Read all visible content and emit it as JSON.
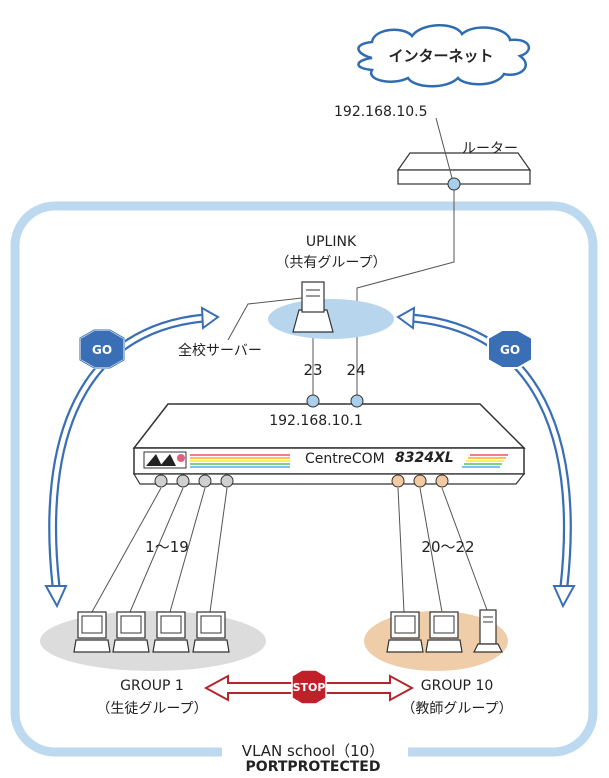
{
  "cloud": {
    "label": "インターネット"
  },
  "router": {
    "label": "ルーター",
    "ip": "192.168.10.5"
  },
  "uplink": {
    "title": "UPLINK",
    "subtitle": "（共有グループ）"
  },
  "server": {
    "label": "全校サーバー"
  },
  "switch": {
    "ip": "192.168.10.1",
    "brand": "CentreCOM",
    "model": "8324XL",
    "port_uplink_a": "23",
    "port_uplink_b": "24",
    "ports_group1": "1～19",
    "ports_group10": "20～22"
  },
  "go_left": "GO",
  "go_right": "GO",
  "stop": "STOP",
  "group1": {
    "name": "GROUP 1",
    "desc": "（生徒グループ）"
  },
  "group10": {
    "name": "GROUP 10",
    "desc": "（教師グループ）"
  },
  "vlan": {
    "name": "VLAN school（10）",
    "mode": "PORTPROTECTED"
  },
  "colors": {
    "vlan_border": "#bcd9f0",
    "uplink_ellipse": "#b7d6ee",
    "group1_ellipse": "#dcdcdc",
    "group10_ellipse": "#f0cda9",
    "port_blue": "#a9cfee",
    "port_gray": "#d0d0d0",
    "port_orange": "#f2c9a0",
    "go_sign": "#3b6fb5",
    "stop_sign": "#c0202a",
    "arrow_blue": "#3b6fb5",
    "arrow_red": "#b3262e"
  }
}
